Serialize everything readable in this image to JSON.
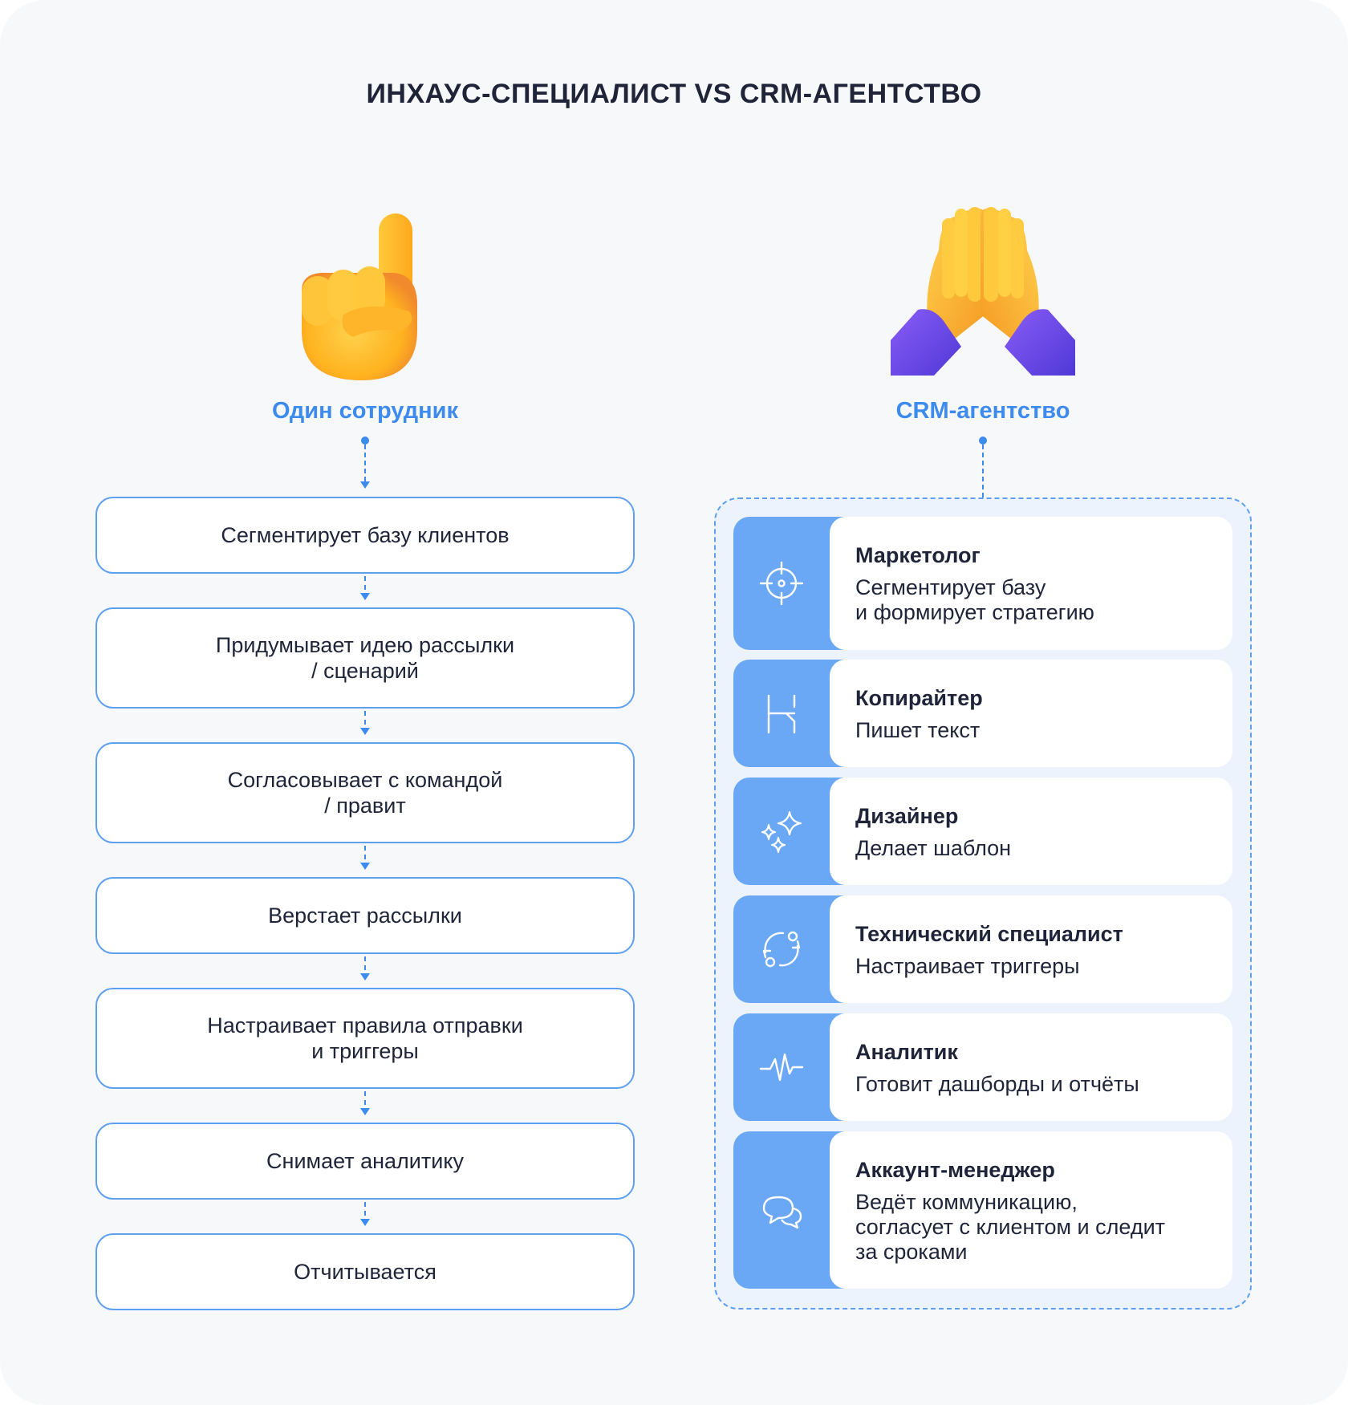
{
  "title": "ИНХАУС-СПЕЦИАЛИСТ VS CRM-АГЕНТСТВО",
  "left": {
    "label": "Один сотрудник",
    "emoji_icon": "pointing-up-hand-icon",
    "steps": [
      "Сегментирует базу клиентов",
      "Придумывает идею рассылки\n/ сценарий",
      "Согласовывает с командой\n/ правит",
      "Верстает рассылки",
      "Настраивает правила отправки\nи триггеры",
      "Снимает аналитику",
      "Отчитывается"
    ]
  },
  "right": {
    "label": "CRM-агентство",
    "emoji_icon": "high-five-hands-icon",
    "roles": [
      {
        "name": "Маркетолог",
        "desc": "Сегментирует базу\nи формирует стратегию",
        "icon": "target-icon"
      },
      {
        "name": "Копирайтер",
        "desc": "Пишет текст",
        "icon": "text-icon"
      },
      {
        "name": "Дизайнер",
        "desc": "Делает шаблон",
        "icon": "sparkles-icon"
      },
      {
        "name": "Технический специалист",
        "desc": "Настраивает триггеры",
        "icon": "cycle-arrows-icon"
      },
      {
        "name": "Аналитик",
        "desc": "Готовит дашборды и отчёты",
        "icon": "pulse-icon"
      },
      {
        "name": "Аккаунт-менеджер",
        "desc": "Ведёт коммуникацию,\nсогласует с клиентом и следит\nза сроками",
        "icon": "chat-bubbles-icon"
      }
    ]
  },
  "colors": {
    "accent": "#3d8bef",
    "role_band": "#6aa8f6",
    "background": "#f7f8fa",
    "agency_background": "#edf3fd"
  }
}
